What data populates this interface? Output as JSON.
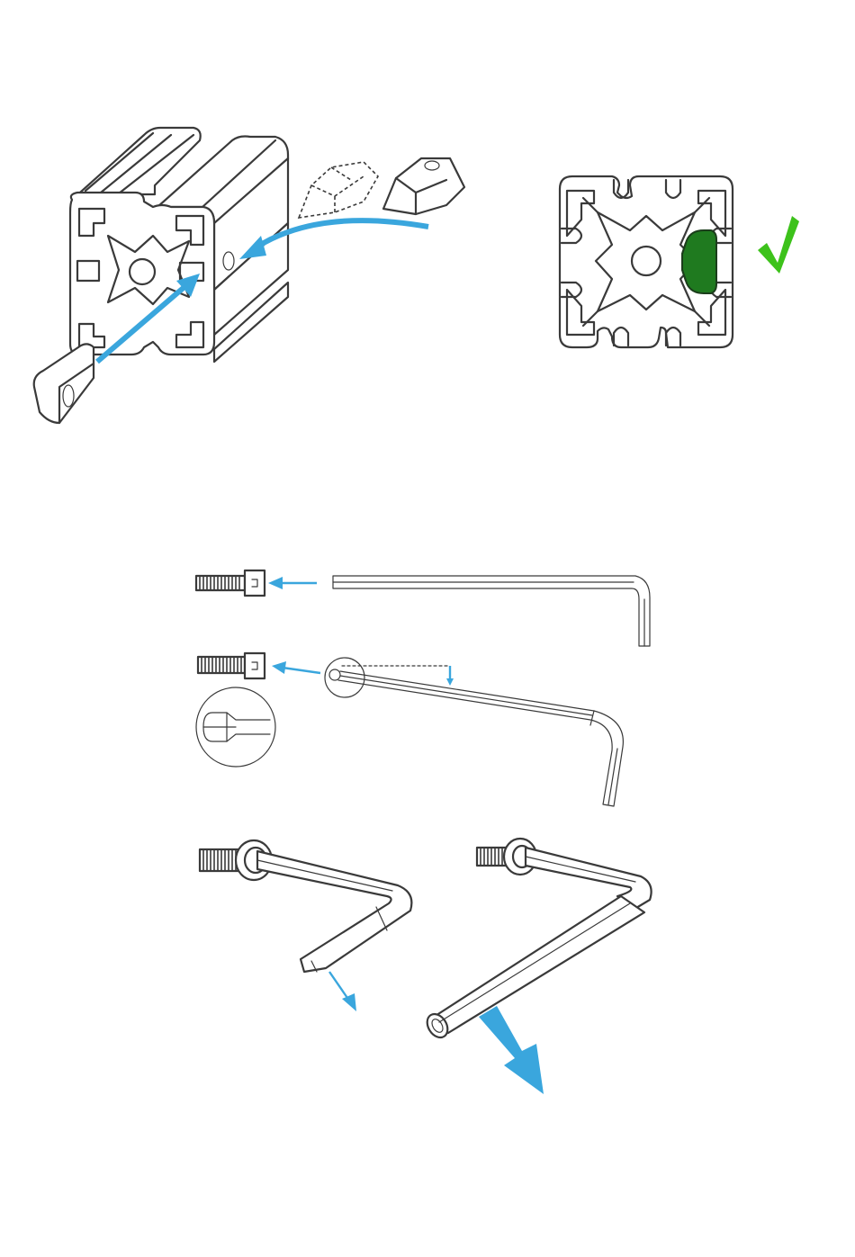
{
  "colors": {
    "line": "#3a3a3a",
    "accent": "#3aa6dd",
    "tnut_fill": "#1f7a1f",
    "check": "#3dc21b",
    "background": "#ffffff"
  },
  "figures": [
    {
      "id": "step-1-insert-tnut",
      "parts": [
        "aluminium-profile",
        "t-nut",
        "insert-arrow"
      ]
    },
    {
      "id": "step-1-result",
      "parts": [
        "profile-cross-section",
        "seated-t-nut",
        "check-icon"
      ]
    },
    {
      "id": "step-2-hex-key",
      "parts": [
        "socket-head-screw",
        "hex-key-straight",
        "hex-key-ball-end",
        "ball-end-detail"
      ]
    },
    {
      "id": "step-3-tighten",
      "parts": [
        "hex-key-in-screw",
        "hex-key-with-extension-tube",
        "turn-arrow"
      ]
    }
  ]
}
